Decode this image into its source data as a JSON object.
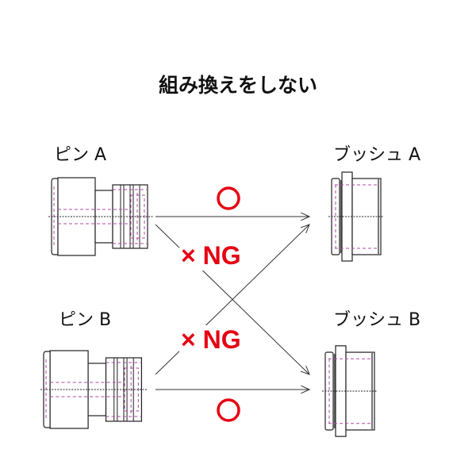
{
  "title": "組み換えをしない",
  "labels": {
    "pin_a": "ピン A",
    "pin_b": "ピン B",
    "bush_a": "ブッシュ A",
    "bush_b": "ブッシュ B"
  },
  "ng_label": "× NG",
  "ok_symbol": "○",
  "colors": {
    "ok": "#e60012",
    "ng": "#e60012",
    "hidden_line": "#b04aa8",
    "outline": "#111111"
  }
}
